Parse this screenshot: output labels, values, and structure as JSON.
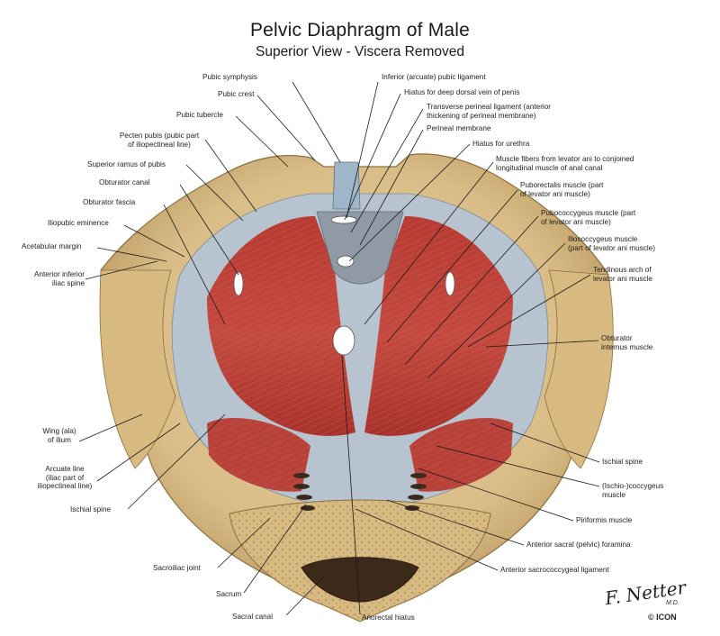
{
  "title": "Pelvic Diaphragm of Male",
  "subtitle": "Superior View - Viscera Removed",
  "labels": {
    "pubic_symphysis": "Pubic symphysis",
    "inferior_pubic_ligament": "Inferior (arcuate) pubic ligament",
    "hiatus_dorsal_vein": "Hiatus for deep dorsal vein of penis",
    "transverse_perineal_lig_1": "Transverse perineal ligament (anterior",
    "transverse_perineal_lig_2": "thickening of perineal membrane)",
    "perineal_membrane": "Perineal membrane",
    "hiatus_urethra": "Hiatus for urethra",
    "muscle_fibers_1": "Muscle fibers from levator ani to conjoined",
    "muscle_fibers_2": "longitudinal muscle of anal canal",
    "puborectalis_1": "Puborectalis muscle (part",
    "puborectalis_2": "of levator ani muscle)",
    "pubococcygeus_1": "Pubococcygeus muscle (part",
    "pubococcygeus_2": "of levator ani muscle)",
    "iliococcygeus_1": "Iliococcygeus muscle",
    "iliococcygeus_2": "(part of levator ani muscle)",
    "tendinous_arch_1": "Tendinous arch of",
    "tendinous_arch_2": "levator ani muscle",
    "obturator_internus_1": "Obturator",
    "obturator_internus_2": "internus muscle",
    "ischial_spine_right": "Ischial spine",
    "ischiococcygeus_1": "(Ischio-)coccygeus",
    "ischiococcygeus_2": "muscle",
    "piriformis": "Piriformis muscle",
    "anterior_sacral_foramina": "Anterior sacral (pelvic) foramina",
    "anterior_sacrococcygeal": "Anterior sacrococcygeal ligament",
    "anorectal_hiatus": "Anorectal hiatus",
    "sacral_canal": "Sacral canal",
    "sacrum": "Sacrum",
    "sacroiliac_joint": "Sacroiliac joint",
    "ischial_spine_left": "Ischial spine",
    "arcuate_line_1": "Arcuate line",
    "arcuate_line_2": "(iliac part of",
    "arcuate_line_3": "iliopectineal line)",
    "wing_ilium_1": "Wing (ala)",
    "wing_ilium_2": "of ilium",
    "anterior_inferior_iliac_1": "Anterior inferior",
    "anterior_inferior_iliac_2": "iliac spine",
    "acetabular_margin": "Acetabular margin",
    "iliopubic_eminence": "Iliopubic eminence",
    "obturator_fascia": "Obturator fascia",
    "obturator_canal": "Obturator canal",
    "superior_ramus": "Superior ramus of pubis",
    "pecten_pubis_1": "Pecten pubis (pubic part",
    "pecten_pubis_2": "of iliopectineal line)",
    "pubic_tubercle": "Pubic tubercle",
    "pubic_crest": "Pubic crest"
  },
  "signature": "F. Netter",
  "signature_suffix": "M.D.",
  "brand": "© ICON",
  "colors": {
    "bone": "#dcc08e",
    "bone_shadow": "#b8965e",
    "muscle": "#c0403a",
    "muscle_dark": "#8e2520",
    "fascia": "#a9b9c7",
    "leader": "#1a1a1a"
  }
}
